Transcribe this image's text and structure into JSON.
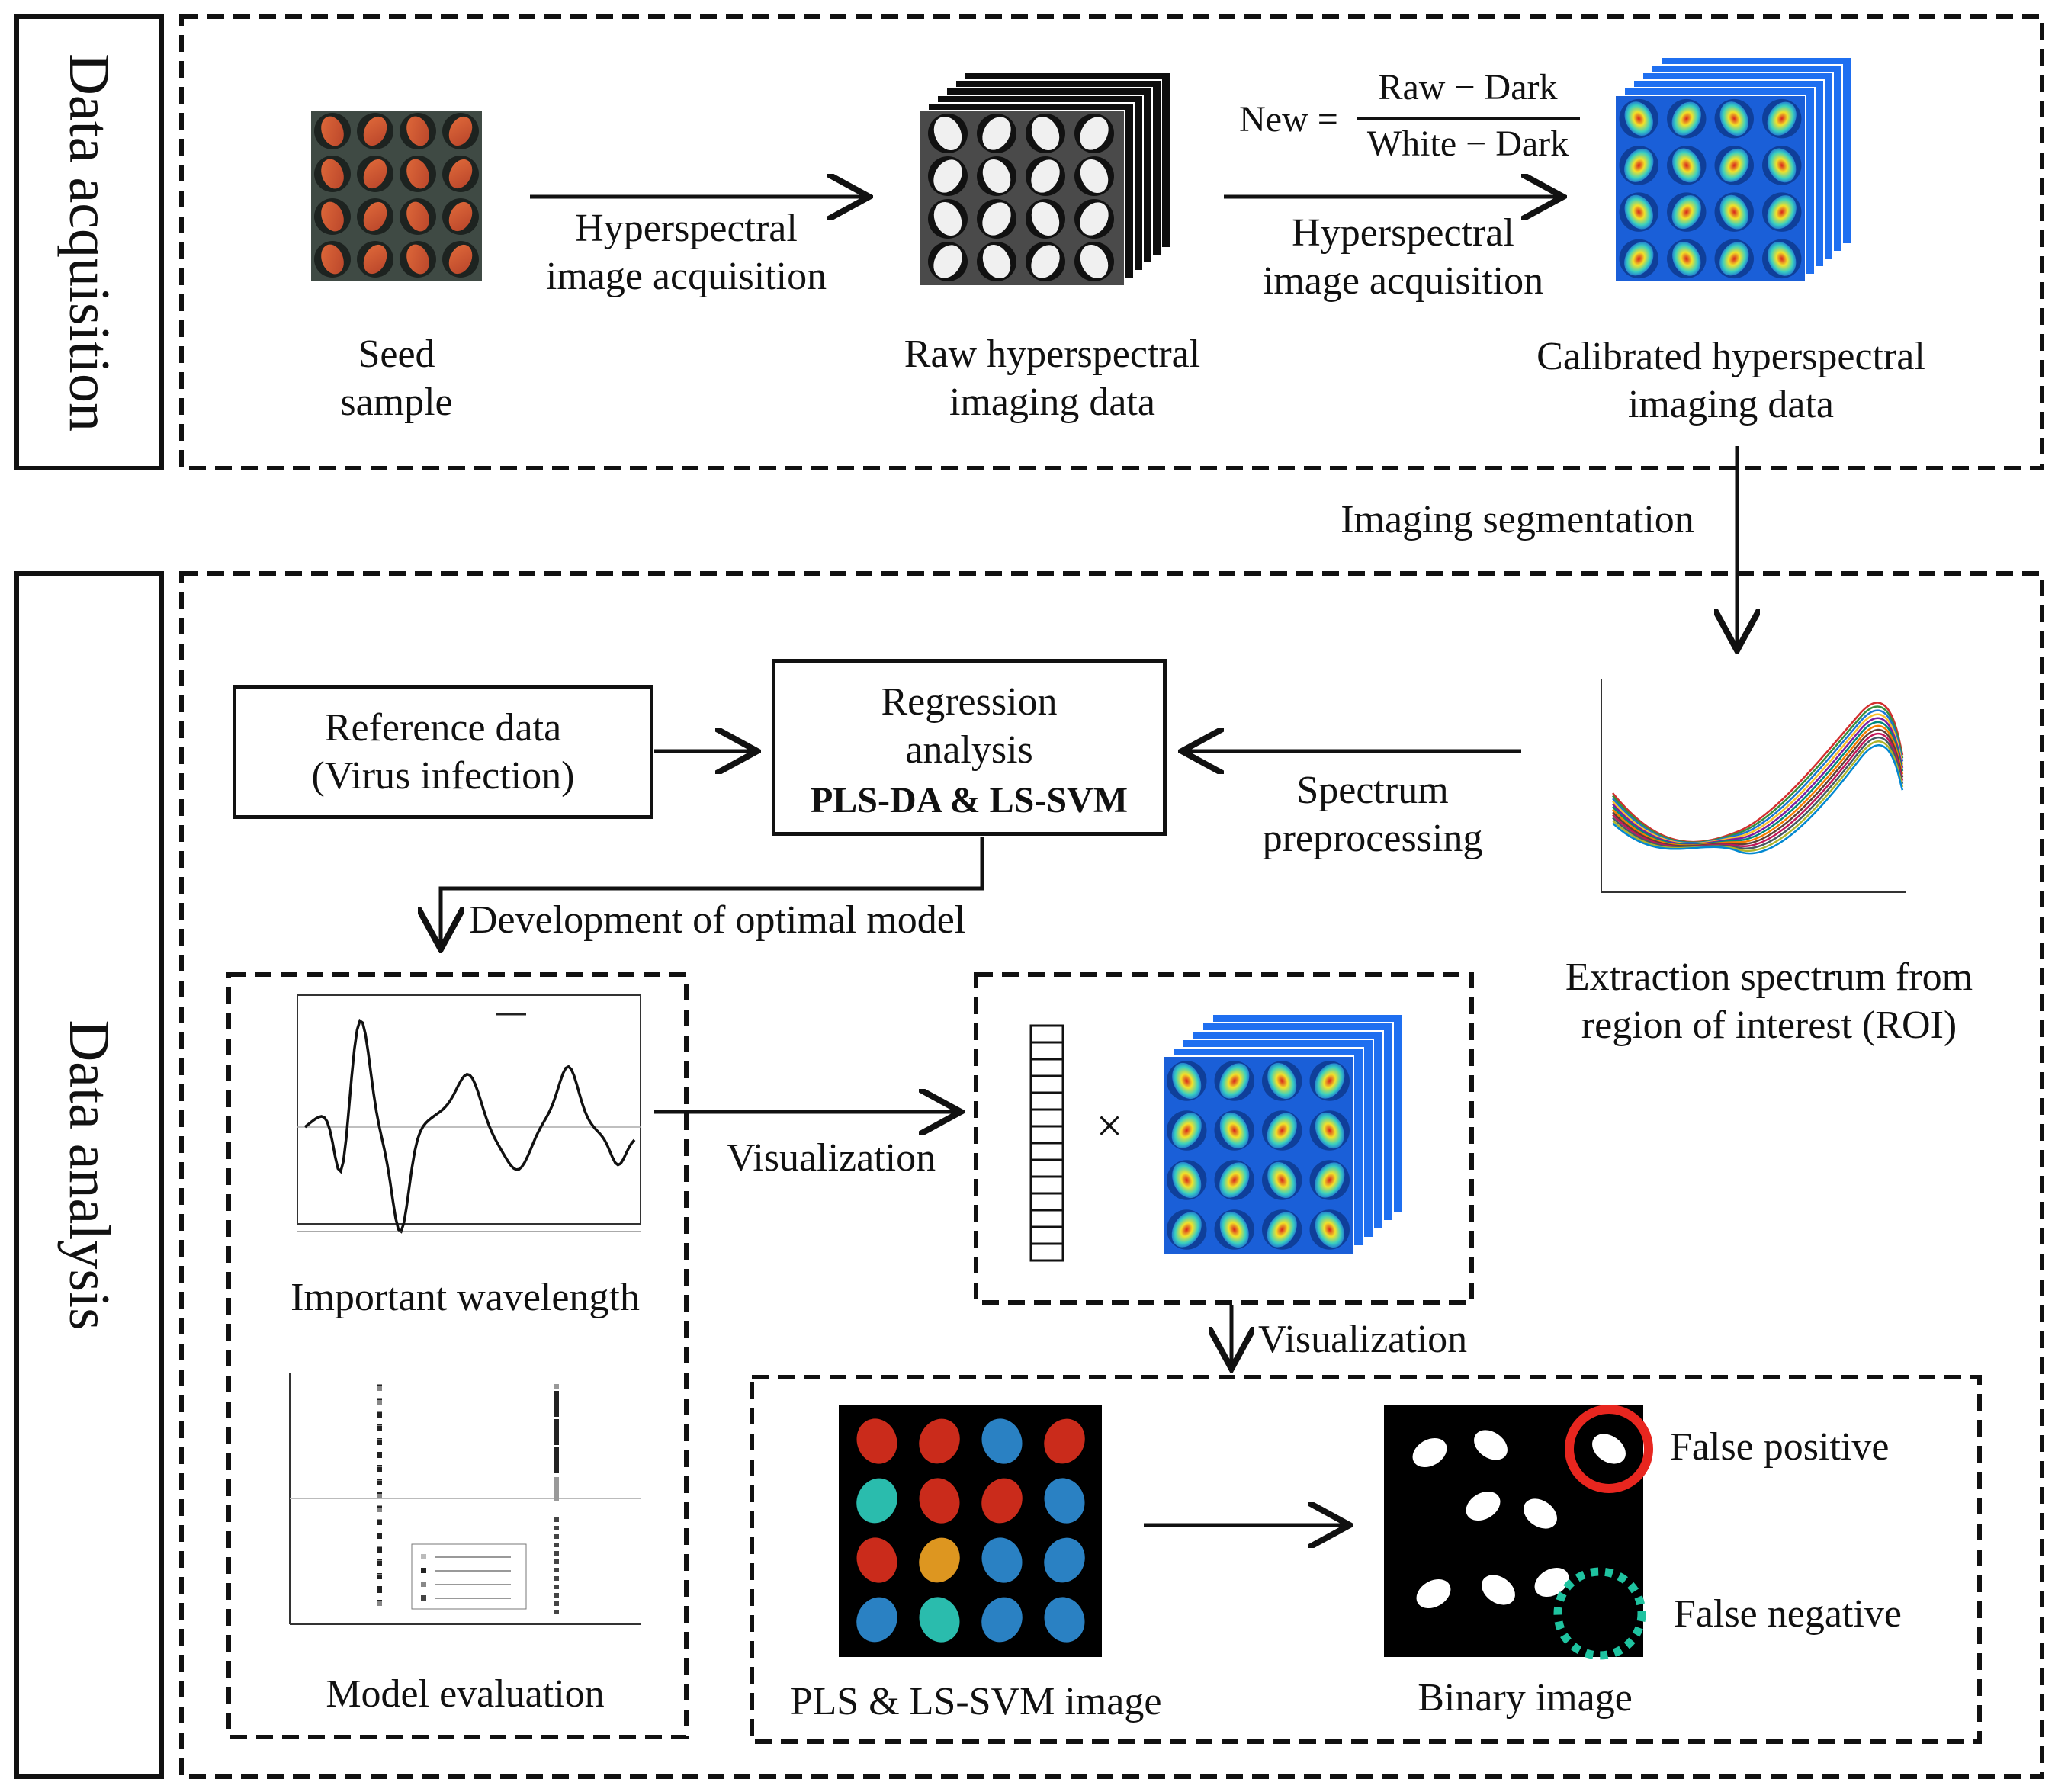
{
  "sections": {
    "acquisition_title": "Data acquisition",
    "analysis_title": "Data analysis"
  },
  "acquisition": {
    "seed_sample": "Seed\nsample",
    "step1_label": "Hyperspectral\nimage acquisition",
    "raw_data": "Raw hyperspectral\nimaging data",
    "formula": {
      "lhs": "New =",
      "numerator": "Raw − Dark",
      "denominator": "White − Dark"
    },
    "step2_label": "Hyperspectral\nimage acquisition",
    "calibrated_data": "Calibrated hyperspectral\nimaging data"
  },
  "analysis": {
    "segmentation": "Imaging segmentation",
    "reference_box": "Reference data\n(Virus infection)",
    "regression_box": {
      "line1": "Regression\nanalysis",
      "line2": "PLS-DA & LS-SVM"
    },
    "spectrum_preprocessing": "Spectrum\npreprocessing",
    "extraction_label": "Extraction spectrum from\nregion of interest (ROI)",
    "optimal_model": "Development of optimal model",
    "important_wavelength": "Important wavelength",
    "model_evaluation": "Model evaluation",
    "visualization_1": "Visualization",
    "times_symbol": "×",
    "visualization_2": "Visualization",
    "pls_image": "PLS & LS-SVM image",
    "binary_image": "Binary image",
    "false_positive": "False positive",
    "false_negative": "False negative"
  },
  "colors": {
    "border": "#111111",
    "false_positive_ring": "#e8261f",
    "false_negative_ring": "#1fc3a0",
    "calibrated_blue": "#1a5fd8",
    "map_background": "#000000"
  }
}
